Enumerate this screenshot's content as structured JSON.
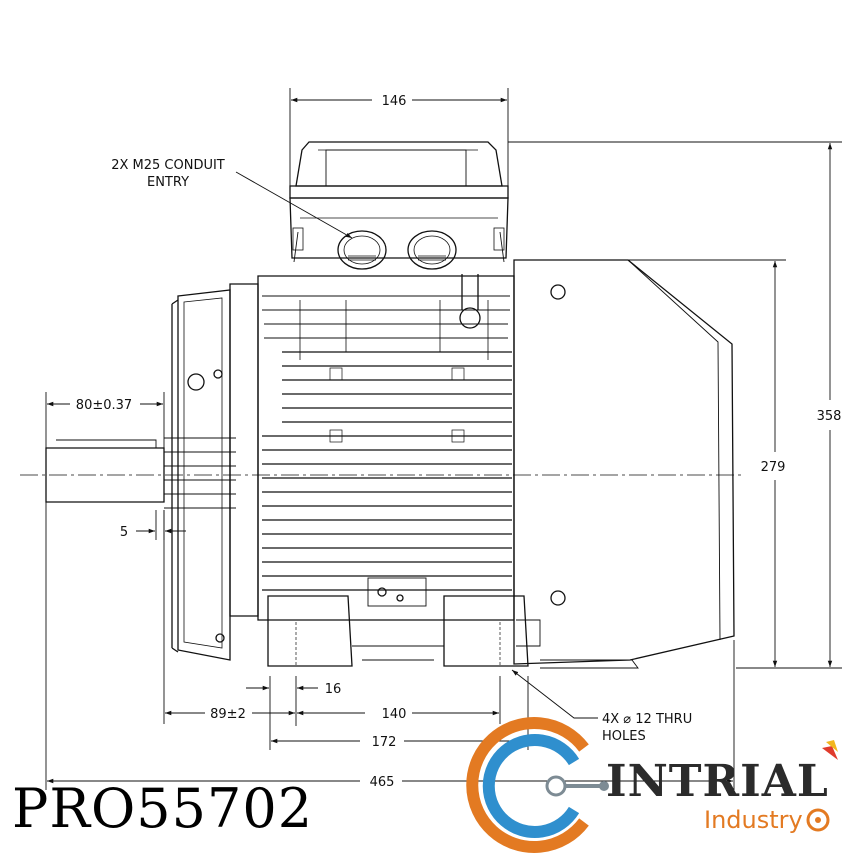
{
  "drawing": {
    "dimensions": {
      "top_width": "146",
      "overall_height": "358",
      "shaft_center_height": "279",
      "shaft_length": "80±0.37",
      "shaft_key_offset": "5",
      "shaft_to_foot": "89±2",
      "foot_inner": "16",
      "foot_spacing": "140",
      "foot_overall": "172",
      "overall_length": "465"
    },
    "notes": {
      "conduit_line1": "2X M25 CONDUIT",
      "conduit_line2": "ENTRY",
      "holes_line1": "4X ⌀ 12 THRU",
      "holes_line2": "HOLES"
    }
  },
  "part_number": "PRO55702",
  "brand": {
    "name": "INTRIAL",
    "sub": "Industry",
    "colors": {
      "orange": "#e37a22",
      "blue": "#2f8fce",
      "dark": "#2b2b2b"
    }
  }
}
